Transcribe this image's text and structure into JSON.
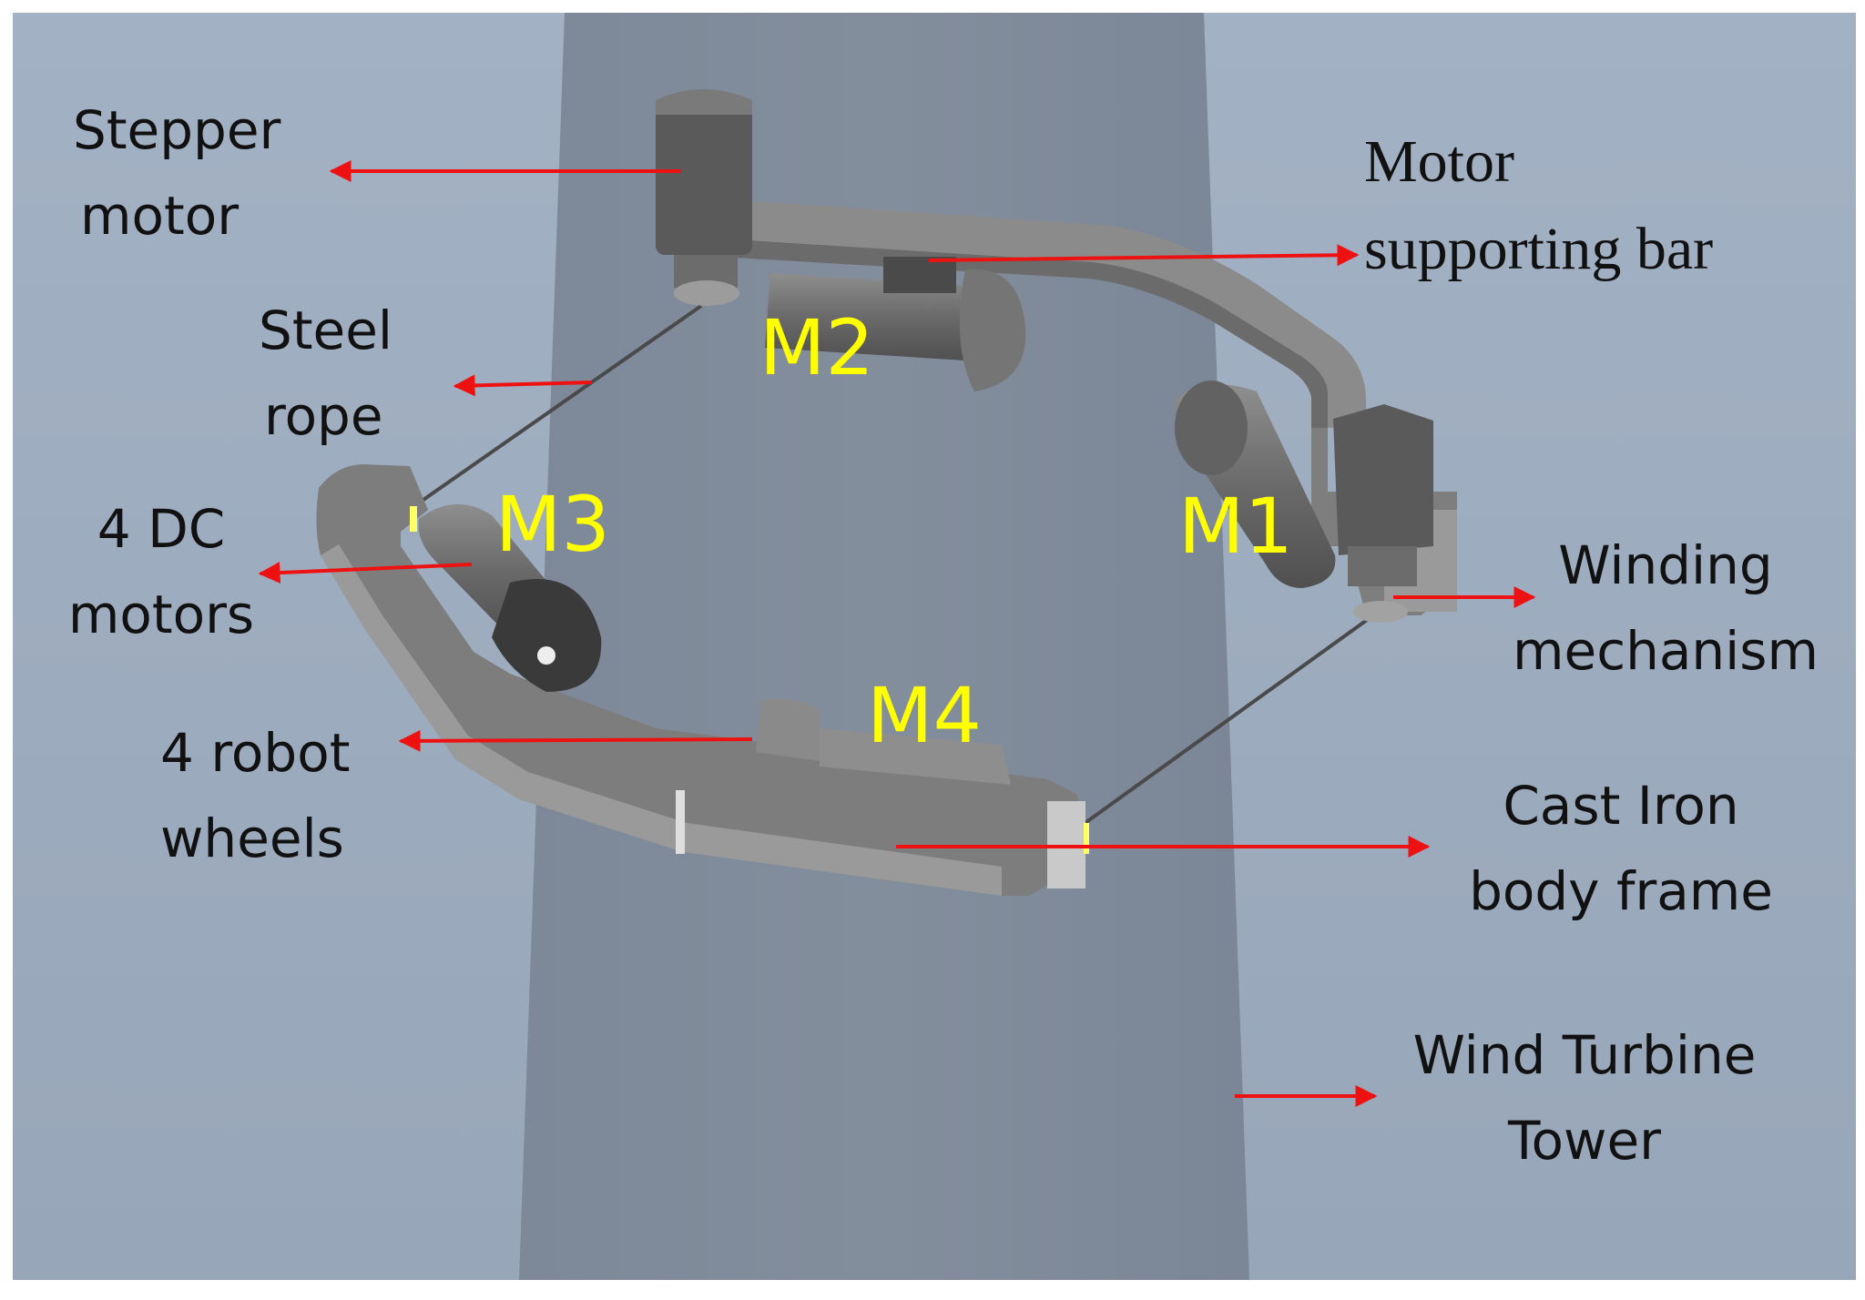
{
  "labels": {
    "stepper_motor": [
      "Stepper",
      "motor"
    ],
    "motor_supporting_bar": [
      "Motor",
      "supporting bar"
    ],
    "steel_rope": [
      "Steel",
      "rope"
    ],
    "dc_motors": [
      "4 DC",
      "motors"
    ],
    "winding_mechanism": [
      "Winding",
      "mechanism"
    ],
    "robot_wheels": [
      "4 robot",
      "wheels"
    ],
    "body_frame": [
      "Cast Iron",
      "body frame"
    ],
    "tower": [
      "Wind Turbine",
      "Tower"
    ]
  },
  "motors": {
    "m1": "M1",
    "m2": "M2",
    "m3": "M3",
    "m4": "M4"
  },
  "colors": {
    "background": "#a2b0c3",
    "tower": "#7f8a99",
    "frame": "#7a7a7a",
    "arrow": "#ee1111",
    "motor_label": "#ffff00"
  }
}
